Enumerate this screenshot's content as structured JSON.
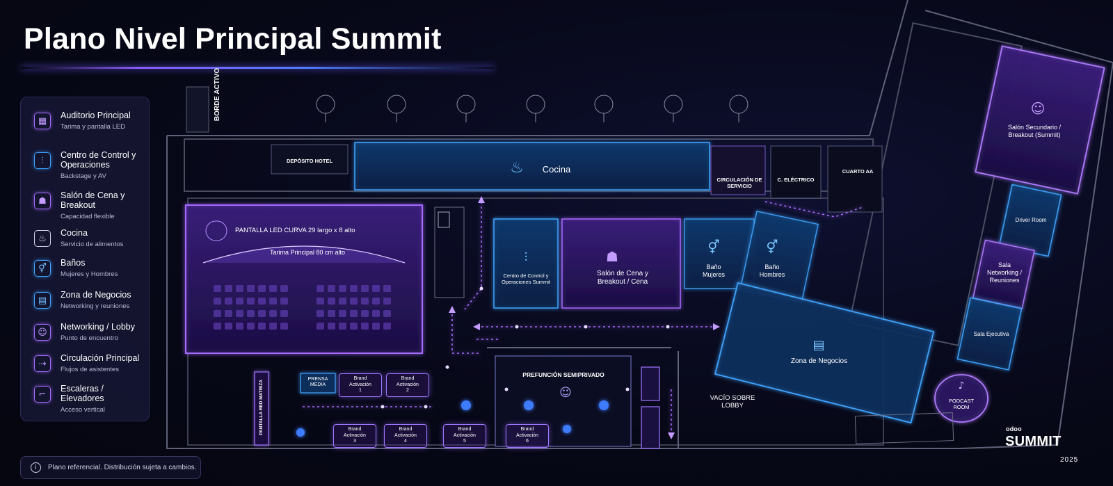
{
  "title": "Plano Nivel Principal Summit",
  "legend": [
    {
      "name": "Auditorio Principal",
      "desc": "Tarima y pantalla LED",
      "icon": "theater-seats-icon",
      "glyph": "▦",
      "style": "purple"
    },
    {
      "name": "Centro de Control y Operaciones",
      "desc": "Backstage y AV",
      "icon": "control-sliders-icon",
      "glyph": "⫶",
      "style": "blue"
    },
    {
      "name": "Salón de Cena y Breakout",
      "desc": "Capacidad flexible",
      "icon": "dining-table-icon",
      "glyph": "☗",
      "style": "purple"
    },
    {
      "name": "Cocina",
      "desc": "Servicio de alimentos",
      "icon": "chef-hat-icon",
      "glyph": "♨",
      "style": "white"
    },
    {
      "name": "Baños",
      "desc": "Mujeres y Hombres",
      "icon": "restroom-icon",
      "glyph": "⚥",
      "style": "blue"
    },
    {
      "name": "Zona de Negocios",
      "desc": "Networking y reuniones",
      "icon": "briefcase-icon",
      "glyph": "▤",
      "style": "blue"
    },
    {
      "name": "Networking / Lobby",
      "desc": "Punto de encuentro",
      "icon": "people-icon",
      "glyph": "☺",
      "style": "purple"
    },
    {
      "name": "Circulación Principal",
      "desc": "Flujos de asistentes",
      "icon": "flow-arrow-icon",
      "glyph": "⇢",
      "style": "purple"
    },
    {
      "name": "Escaleras / Elevadores",
      "desc": "Acceso vertical",
      "icon": "stairs-icon",
      "glyph": "⌐",
      "style": "purple"
    }
  ],
  "note": "Plano referencial. Distribución sujeta a cambios.",
  "map": {
    "borde": "BORDE ACTIVO",
    "deposito": "DEPÓSITO HOTEL",
    "cocina": "Cocina",
    "circulacion_servicio": "CIRCULACIÓN DE SERVICIO",
    "c_electrico": "C. ELÉCTRICO",
    "cuarto_aa": "CUARTO AA",
    "pantalla": "PANTALLA LED CURVA 29 largo x 8 alto",
    "tarima": "Tarima Principal 80 cm alto",
    "centro_control": "Centro de Control y Operaciones Summit",
    "salon_cena": "Salón de Cena y Breakout / Cena",
    "bano_mujeres": "Baño Mujeres",
    "bano_hombres": "Baño Hombres",
    "salon_secundario": "Salón Secundario / Breakout (Summit)",
    "driver_room": "Driver Room",
    "networking": "Sala Networking / Reuniones",
    "sala_ejecutiva": "Sala Ejecutiva",
    "zona_negocios": "Zona de Negocios",
    "podcast": "PODCAST ROOM",
    "prefuncion": "PREFUNCIÓN SEMIPRIVADO",
    "vacio": "VACÍO SOBRE LOBBY",
    "prensa": "PRENSA MEDIA",
    "pantalla_red": "PANTALLA RED MATRIZA",
    "brand1": "Brand Activación 1",
    "brand2": "Brand Activación 2",
    "brand3": "Brand Activación 3",
    "brand4": "Brand Activación 4",
    "brand5": "Brand Activación 5",
    "brand6": "Brand Activación 6"
  },
  "logo": {
    "brand": "odoo",
    "name": "SUMMIT",
    "year": "2025"
  },
  "colors": {
    "purple": "#9b5cff",
    "blue": "#2f9bff",
    "wall": "#6b6e85"
  }
}
